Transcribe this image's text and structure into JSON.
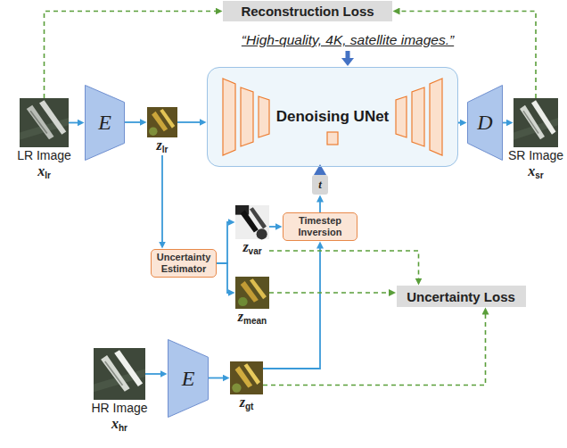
{
  "diagram": {
    "nodes": [
      {
        "text": [
          "Reconstruction Loss"
        ]
      },
      {
        "text": [
          "LR Image",
          "xlr"
        ]
      },
      {
        "text": [
          "E"
        ]
      },
      {
        "text": [
          "zlr"
        ]
      },
      {
        "text": [
          "Denoising UNet"
        ]
      },
      {
        "text": [
          "D"
        ]
      },
      {
        "text": [
          "SR Image",
          "xsr"
        ]
      },
      {
        "text": [
          "t"
        ]
      },
      {
        "text": [
          "Timestep Inversion"
        ]
      },
      {
        "text": [
          "Uncertainty Estimator"
        ]
      },
      {
        "text": [
          "zvar"
        ]
      },
      {
        "text": [
          "zmean"
        ]
      },
      {
        "text": [
          "Uncertainty Loss"
        ]
      },
      {
        "text": [
          "HR Image",
          "xhr"
        ]
      },
      {
        "text": [
          "E"
        ]
      },
      {
        "text": [
          "zgt"
        ]
      }
    ],
    "edges": [
      {
        "from": 1,
        "to": 2,
        "arrow": "to"
      },
      {
        "from": 2,
        "to": 3,
        "arrow": "to"
      },
      {
        "from": 3,
        "to": 4,
        "arrow": "to"
      },
      {
        "from": 4,
        "to": 5,
        "arrow": "to"
      },
      {
        "from": 5,
        "to": 6,
        "arrow": "to"
      },
      {
        "from": 3,
        "to": 9,
        "arrow": "to"
      },
      {
        "from": 9,
        "to": 10,
        "arrow": "to"
      },
      {
        "from": 9,
        "to": 11,
        "arrow": "to"
      },
      {
        "from": 10,
        "to": 8,
        "arrow": "to"
      },
      {
        "from": 15,
        "to": 8,
        "arrow": "to"
      },
      {
        "from": 8,
        "to": 7,
        "arrow": "to"
      },
      {
        "from": 7,
        "to": 4,
        "arrow": "to"
      },
      {
        "from": 1,
        "to": 0,
        "arrow": "to"
      },
      {
        "from": 6,
        "to": 0,
        "arrow": "to"
      },
      {
        "from": 10,
        "to": 12,
        "arrow": "to"
      },
      {
        "from": 11,
        "to": 12,
        "arrow": "to"
      },
      {
        "from": 15,
        "to": 12,
        "arrow": "to"
      },
      {
        "from": 13,
        "to": 14,
        "arrow": "to"
      },
      {
        "from": 14,
        "to": 15,
        "arrow": "to"
      }
    ],
    "labels": [
      "“High-quality, 4K, satellite images.”"
    ]
  }
}
